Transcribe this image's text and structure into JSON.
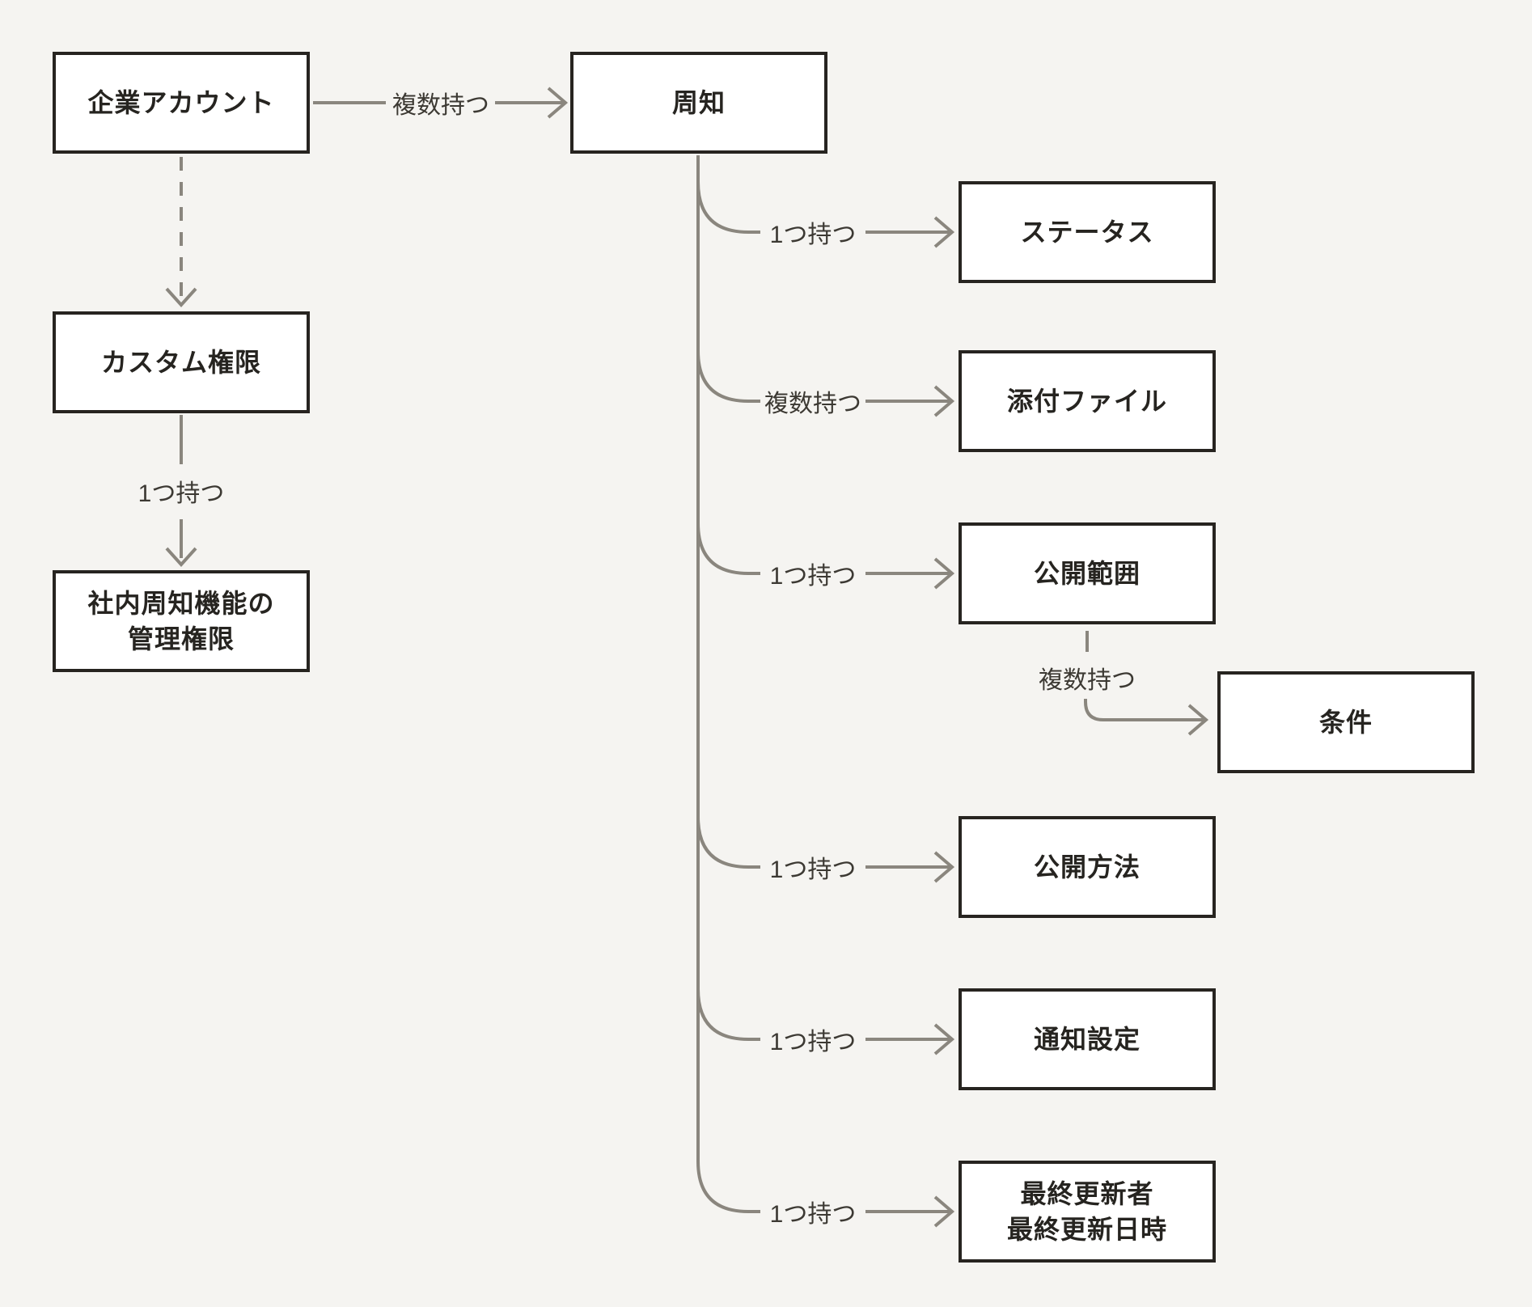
{
  "diagram": {
    "background_color": "#f5f4f1",
    "line_color": "#8a867e",
    "node_border_color": "#272420",
    "node_fill_color": "#ffffff",
    "nodes": {
      "corporate_account": {
        "label": "企業アカウント"
      },
      "announcement": {
        "label": "周知"
      },
      "custom_permission": {
        "label": "カスタム権限"
      },
      "admin_permission": {
        "line1": "社内周知機能の",
        "line2": "管理権限"
      },
      "status": {
        "label": "ステータス"
      },
      "attachments": {
        "label": "添付ファイル"
      },
      "publish_scope": {
        "label": "公開範囲"
      },
      "condition": {
        "label": "条件"
      },
      "publish_method": {
        "label": "公開方法"
      },
      "notification_settings": {
        "label": "通知設定"
      },
      "last_updated": {
        "line1": "最終更新者",
        "line2": "最終更新日時"
      }
    },
    "edges": {
      "corp_to_announcement": "複数持つ",
      "custom_to_admin": "1つ持つ",
      "announcement_to_status": "1つ持つ",
      "announcement_to_attachments": "複数持つ",
      "announcement_to_scope": "1つ持つ",
      "scope_to_condition": "複数持つ",
      "announcement_to_method": "1つ持つ",
      "announcement_to_notification": "1つ持つ",
      "announcement_to_last_updated": "1つ持つ"
    }
  }
}
